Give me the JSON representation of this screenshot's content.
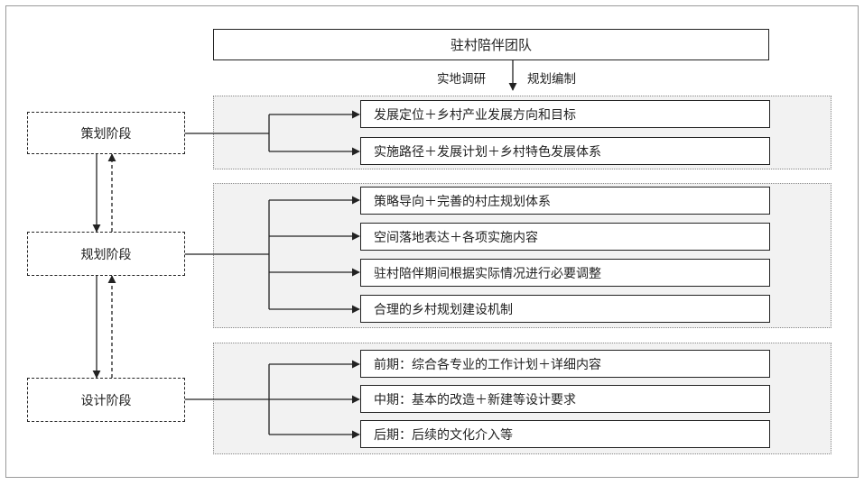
{
  "team": "驻村陪伴团队",
  "flow_labels": {
    "left": "实地调研",
    "right": "规划编制"
  },
  "phases": [
    {
      "label": "策划阶段",
      "items": [
        "发展定位＋乡村产业发展方向和目标",
        "实施路径＋发展计划＋乡村特色发展体系"
      ]
    },
    {
      "label": "规划阶段",
      "items": [
        "策略导向＋完善的村庄规划体系",
        "空间落地表达＋各项实施内容",
        "驻村陪伴期间根据实际情况进行必要调整",
        "合理的乡村规划建设机制"
      ]
    },
    {
      "label": "设计阶段",
      "items": [
        "前期：综合各专业的工作计划＋详细内容",
        "中期：基本的改造＋新建等设计要求",
        "后期：后续的文化介入等"
      ]
    }
  ]
}
